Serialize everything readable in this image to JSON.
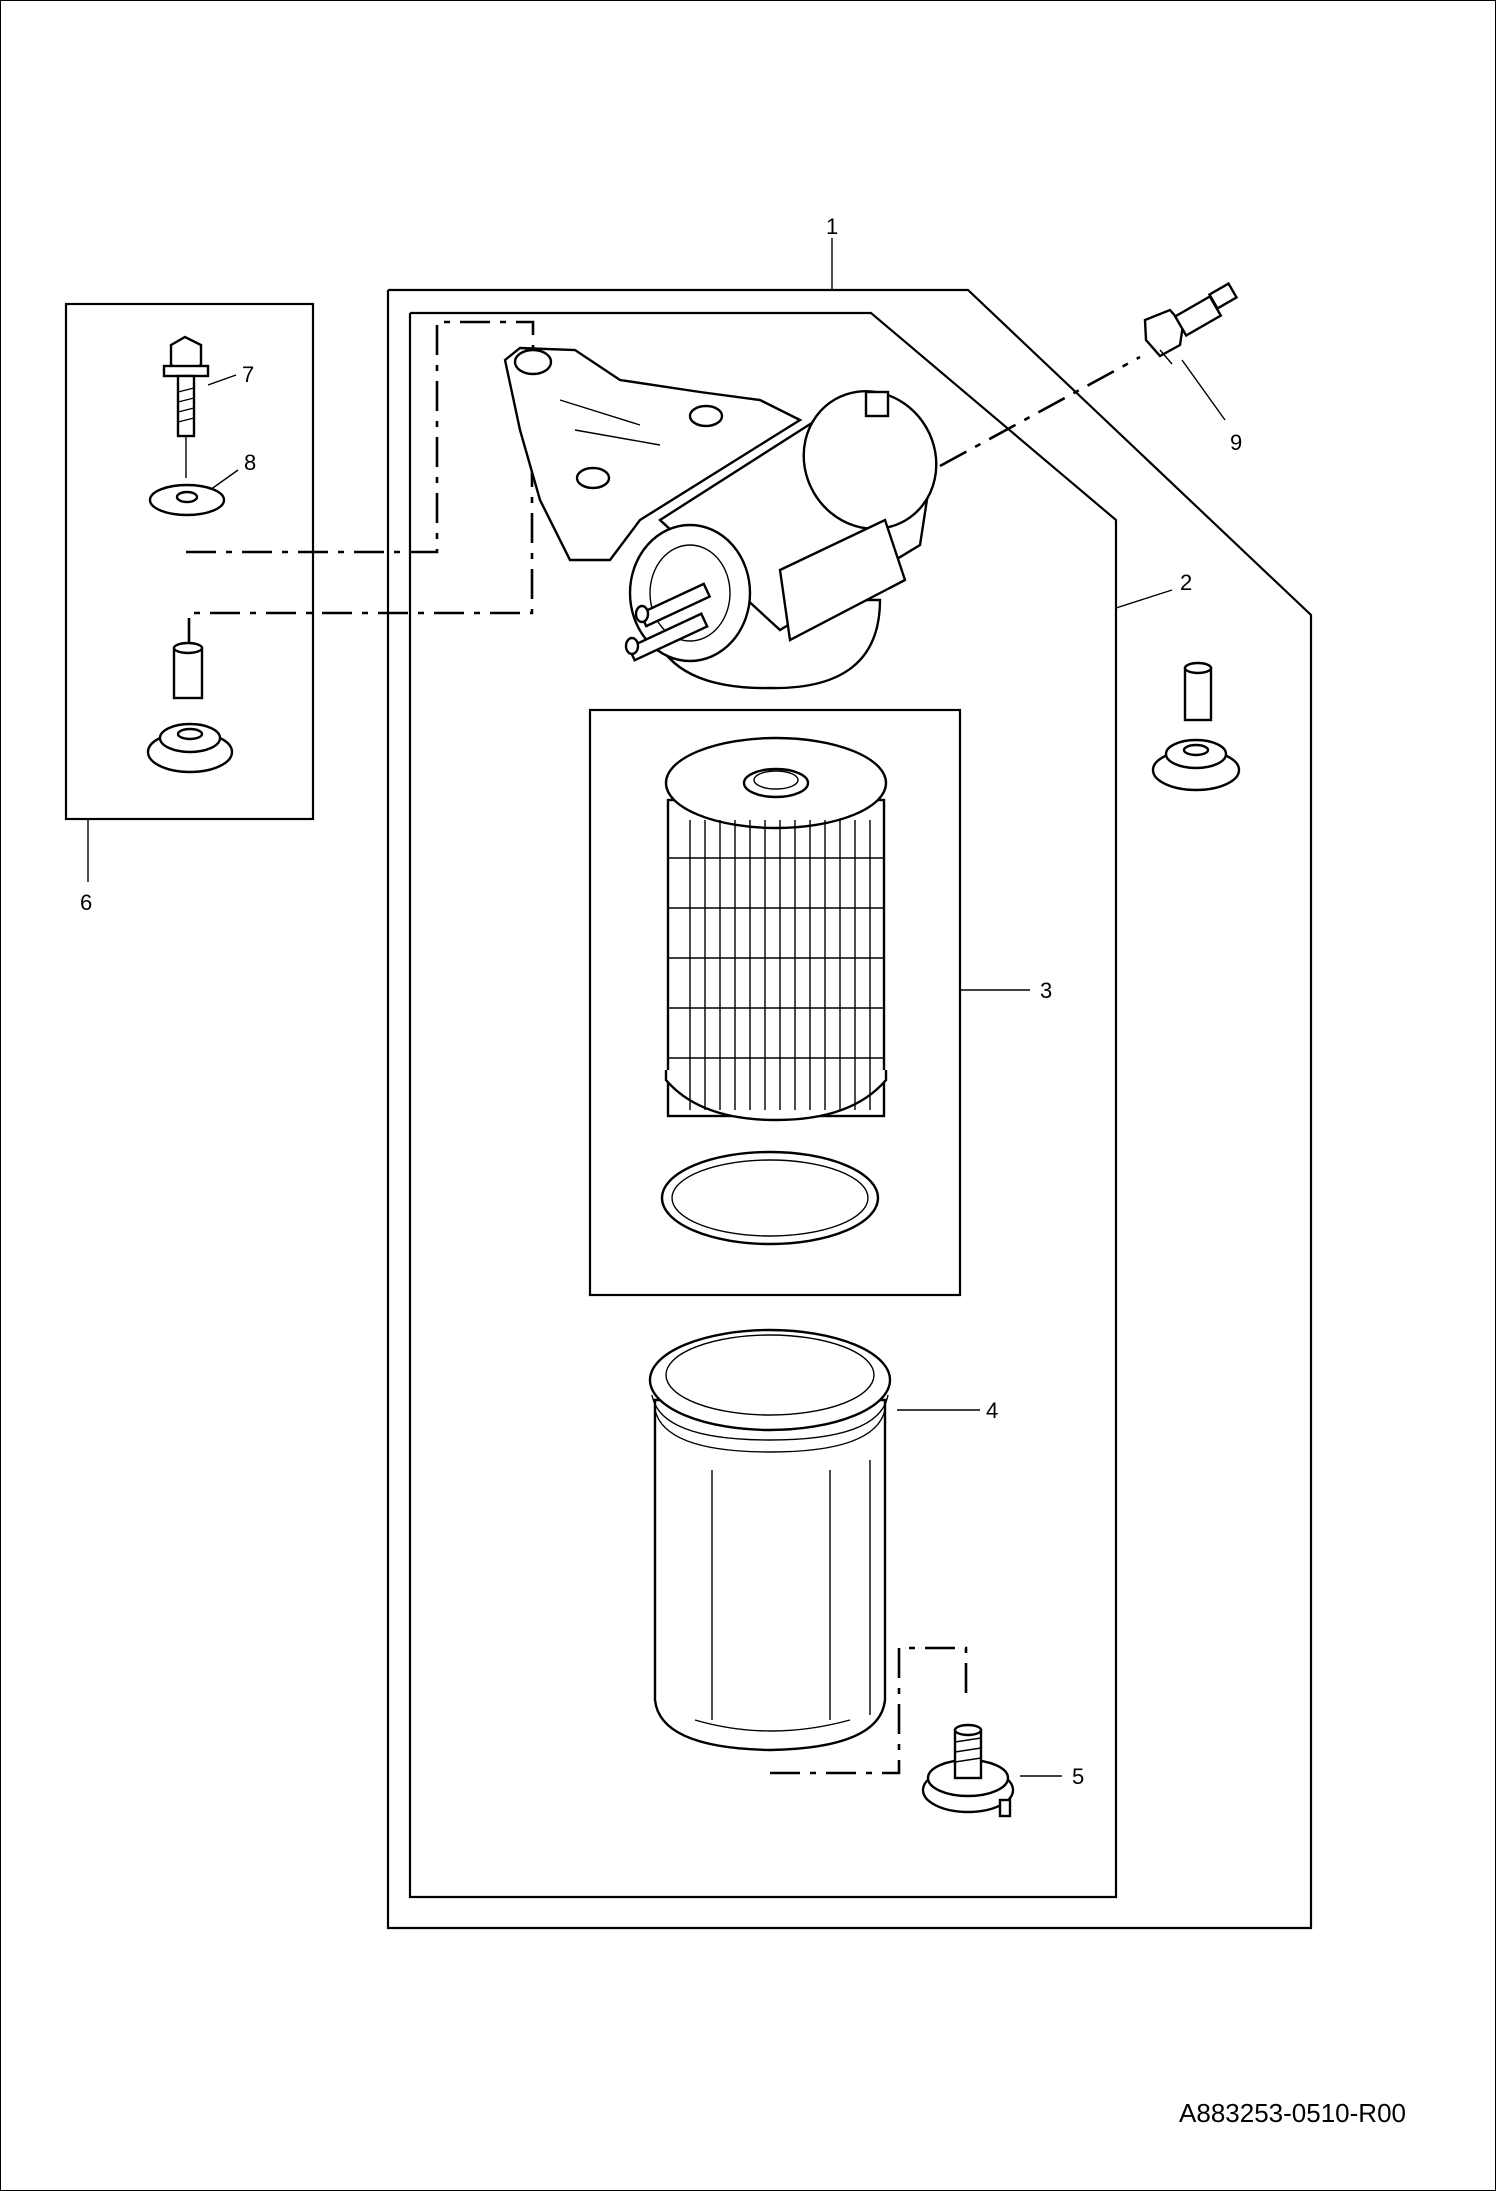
{
  "diagram": {
    "callouts": [
      {
        "id": "1",
        "label": "1"
      },
      {
        "id": "2",
        "label": "2"
      },
      {
        "id": "3",
        "label": "3"
      },
      {
        "id": "4",
        "label": "4"
      },
      {
        "id": "5",
        "label": "5"
      },
      {
        "id": "6",
        "label": "6"
      },
      {
        "id": "7",
        "label": "7"
      },
      {
        "id": "8",
        "label": "8"
      },
      {
        "id": "9",
        "label": "9"
      }
    ],
    "document_id": "A883253-0510-R00"
  }
}
